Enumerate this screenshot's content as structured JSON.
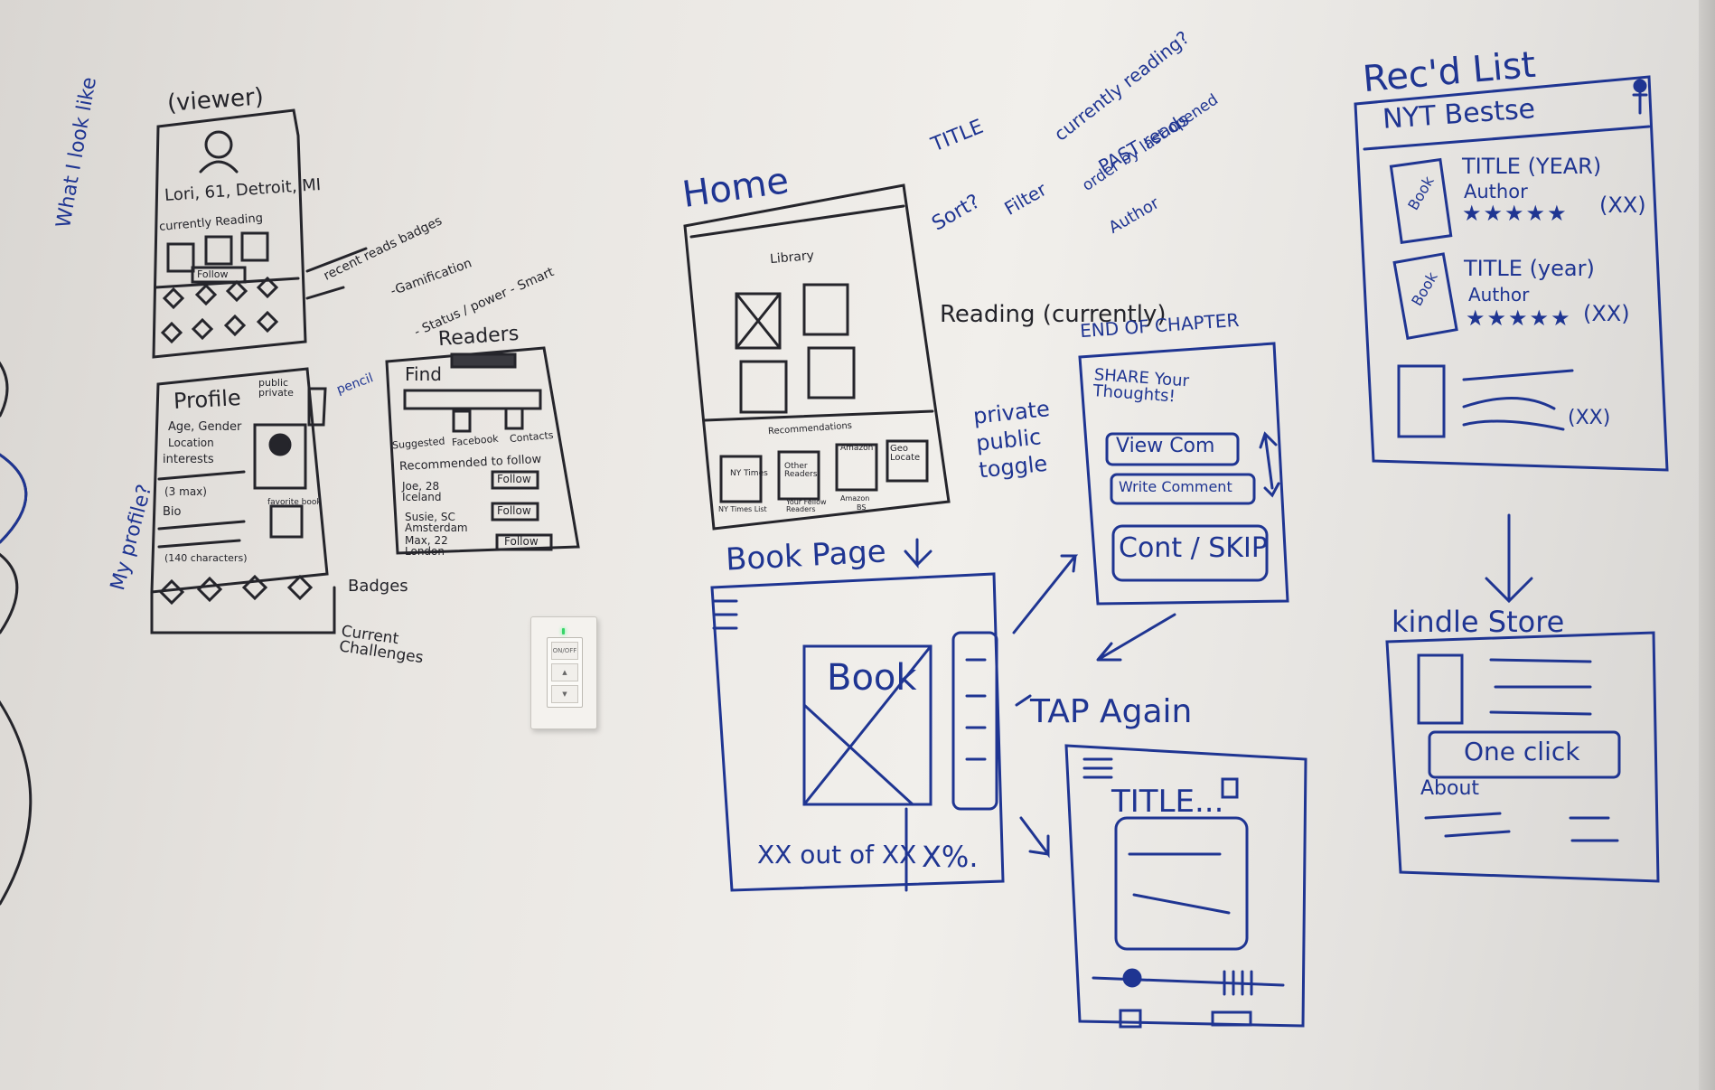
{
  "viewer_sketch": {
    "heading": "(viewer)",
    "name_line": "Lori, 61, Detroit, MI",
    "currently_reading": "currently Reading",
    "follow": "Follow",
    "side_note": "What I look like",
    "annot_badges": "recent reads badges",
    "annot_gamification": "-Gamification",
    "annot_status": "- Status / power - Smart"
  },
  "profile_sketch": {
    "title": "Profile",
    "public_private": "public private",
    "pencil": "pencil",
    "fields": [
      "Age, Gender",
      "Location",
      "interests",
      "(3 max)",
      "Bio"
    ],
    "bio_limit": "(140 characters)",
    "favorite_book": "favorite book",
    "side_note": "My profile?",
    "badges": "Badges",
    "current_challenges": "Current Challenges"
  },
  "readers_sketch": {
    "heading": "Readers",
    "find": "Find",
    "icons": [
      "Suggested",
      "Facebook",
      "Contacts"
    ],
    "recommended": "Recommended to follow",
    "people": [
      "Joe, 28 Iceland",
      "Susie, SC Amsterdam",
      "Max, 22 London"
    ],
    "follow": "Follow"
  },
  "home_sketch": {
    "title": "Home",
    "library": "Library",
    "recommendations": "Recommendations",
    "tiles": [
      "NY Times",
      "Other Readers",
      "Amazon",
      "Geo Locate"
    ],
    "tile_captions": [
      "NY Times List",
      "Your Fellow Readers",
      "Amazon",
      "BS"
    ],
    "annot_title": "TITLE",
    "annot_sort": "Sort?",
    "annot_currently": "currently reading?",
    "annot_past": "PAST reads",
    "annot_filter": "Filter",
    "annot_order": "order by last opened",
    "annot_author": "Author"
  },
  "book_page_sketch": {
    "title": "Book Page",
    "book": "Book",
    "progress": "XX out of XX",
    "percent": "X%."
  },
  "reading_sketch": {
    "title": "Reading (currently)",
    "end_of_chapter": "END OF CHAPTER",
    "share": "SHARE Your Thoughts!",
    "view_com": "View Com",
    "write_comment": "Write Comment",
    "cont_skip": "Cont / SKIP",
    "toggle_note": "private public toggle",
    "tap_again": "TAP Again",
    "reader_title": "TITLE..."
  },
  "recd_list_sketch": {
    "title": "Rec'd List",
    "header": "NYT Bestse",
    "items": [
      {
        "book": "Book",
        "title": "TITLE (YEAR)",
        "author": "Author",
        "count": "(XX)"
      },
      {
        "book": "Book",
        "title": "TITLE (year)",
        "author": "Author",
        "count": "(XX)"
      },
      {
        "book": "",
        "title": "",
        "author": "",
        "count": "(XX)"
      }
    ]
  },
  "kindle_store_sketch": {
    "title": "kindle Store",
    "one_click": "One click",
    "about": "About"
  },
  "switch": {
    "label": "ON/OFF"
  }
}
